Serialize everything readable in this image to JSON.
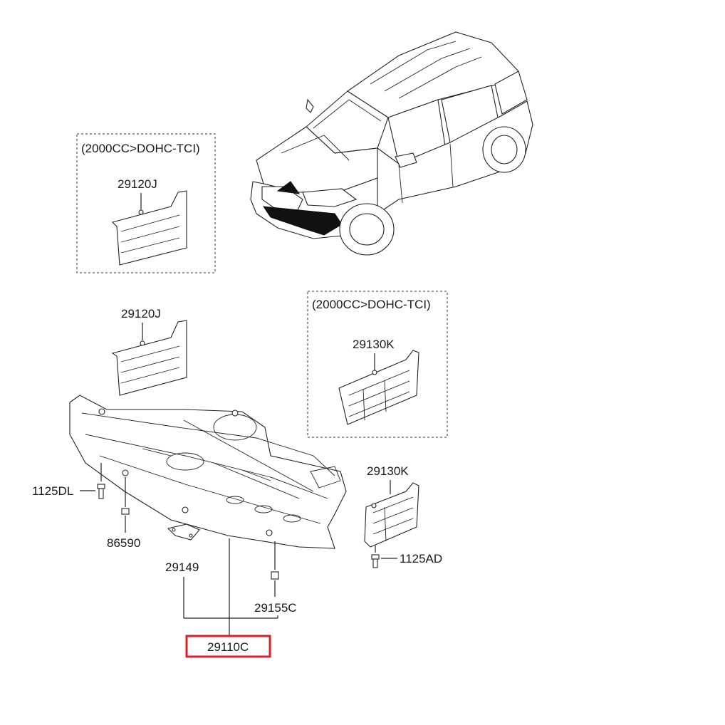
{
  "labels": {
    "group1_title": "(2000CC>DOHC-TCI)",
    "group2_title": "(2000CC>DOHC-TCI)",
    "part_29120j_top": "29120J",
    "part_29120j_mid": "29120J",
    "part_29130k_box": "29130K",
    "part_29130k_right": "29130K",
    "part_1125dl": "1125DL",
    "part_86590": "86590",
    "part_29149": "29149",
    "part_29155c": "29155C",
    "part_1125ad": "1125AD",
    "part_29110c": "29110C"
  },
  "colors": {
    "line": "#222222",
    "highlight": "#d9202a",
    "background": "#ffffff"
  },
  "highlighted_part": "29110C"
}
